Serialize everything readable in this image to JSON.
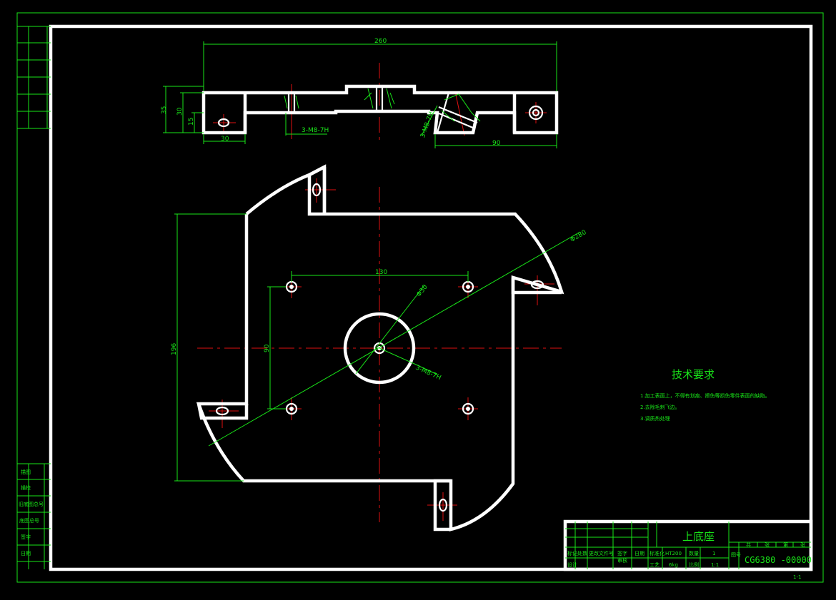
{
  "colors": {
    "background": "#000000",
    "outline": "#ffffff",
    "dimension": "#19e619",
    "centerline": "#e01010"
  },
  "top_view": {
    "dim_overall": "260",
    "dim_height_outer": "35",
    "dim_height_inner": "30",
    "dim_height_small": "15",
    "dim_left_lug": "30",
    "dim_right": "90",
    "thread_callout_left": "3-M8-7H",
    "thread_callout_right": "3-M8-7H"
  },
  "plan_view": {
    "dim_outer_circle": "Φ280",
    "dim_hole_spacing_x": "130",
    "dim_hole_spacing_y": "90",
    "dim_overall_height": "196",
    "dim_bore": "Φ30",
    "thread_callout": "3-M8-7H"
  },
  "notes": {
    "title": "技术要求",
    "items": [
      "1.加工表面上，不得有划痕、擦伤等损伤零件表面的缺陷。",
      "2.去除毛刺飞边。",
      "3.调质热处理"
    ]
  },
  "title_block": {
    "part_name": "上底座",
    "material": "HT200",
    "weight": "6kg",
    "quantity": "1",
    "scale": "1:1",
    "drawing_number": "CG6380 -00000",
    "sheet": "1-1",
    "label_material_qty": "数量",
    "label_scale": "比例",
    "label_drawing_no": "图号",
    "label_design": "设计",
    "label_check": "审核",
    "label_process": "工艺",
    "label_standard": "标准化",
    "header_mark": "标记",
    "header_count": "处数",
    "header_doc": "更改文件号",
    "header_sign": "签字",
    "header_date": "日期",
    "right_header_cells": [
      "共",
      "张",
      "第",
      "张"
    ]
  },
  "left_strip": {
    "labels": [
      "描图",
      "描校",
      "旧底图总号",
      "底图总号",
      "签字",
      "日期"
    ]
  }
}
